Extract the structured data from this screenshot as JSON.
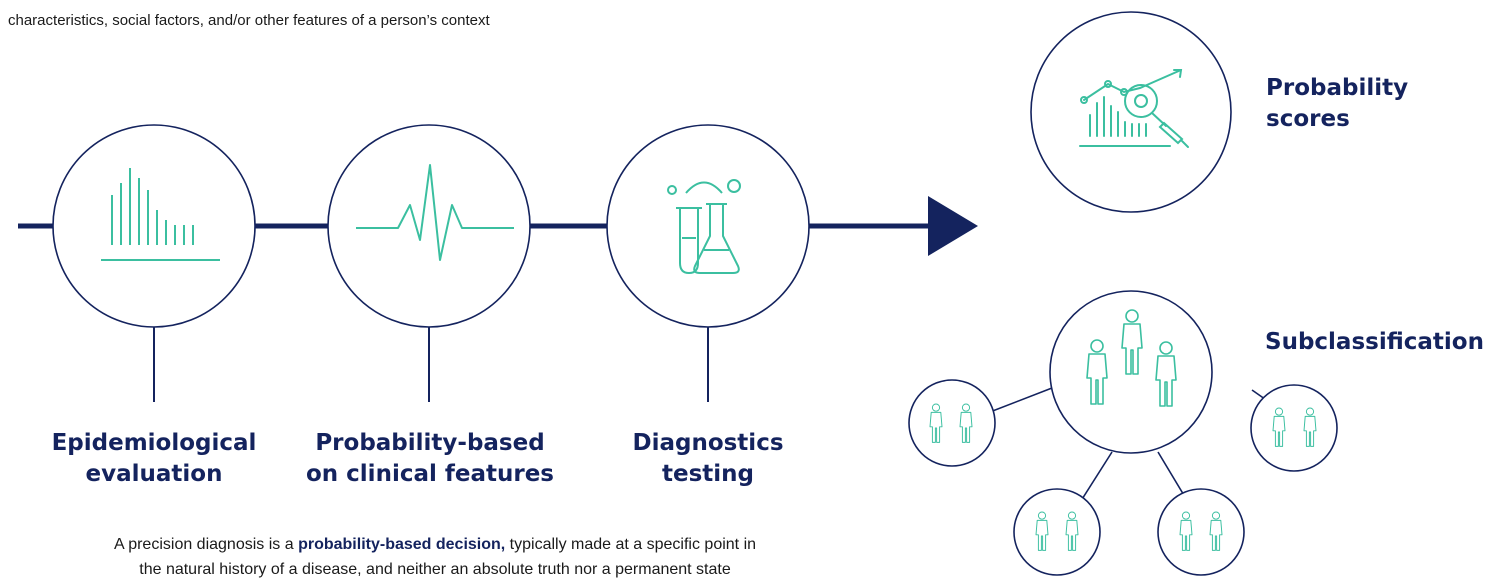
{
  "header": {
    "context_text": "characteristics, social factors, and/or other features of a person’s context"
  },
  "steps": [
    {
      "icon": "bar-chart-icon",
      "label_line1": "Epidemiological",
      "label_line2": "evaluation"
    },
    {
      "icon": "heartbeat-icon",
      "label_line1": "Probability-based",
      "label_line2": "on clinical features"
    },
    {
      "icon": "lab-flasks-icon",
      "label_line1": "Diagnostics",
      "label_line2": "testing"
    }
  ],
  "outcomes": {
    "probability": {
      "icon": "analytics-magnifier-icon",
      "label_line1": "Probability",
      "label_line2": "scores"
    },
    "subclassification": {
      "icon": "people-groups-icon",
      "label": "Subclassification"
    }
  },
  "caption": {
    "part1": "A precision diagnosis is a ",
    "bold": "probability-based decision,",
    "part2": " typically made at a specific point in",
    "line2": "the natural history of a disease, and neither an absolute truth nor a permanent state"
  },
  "colors": {
    "navy": "#14235e",
    "teal": "#3bbfa0"
  }
}
